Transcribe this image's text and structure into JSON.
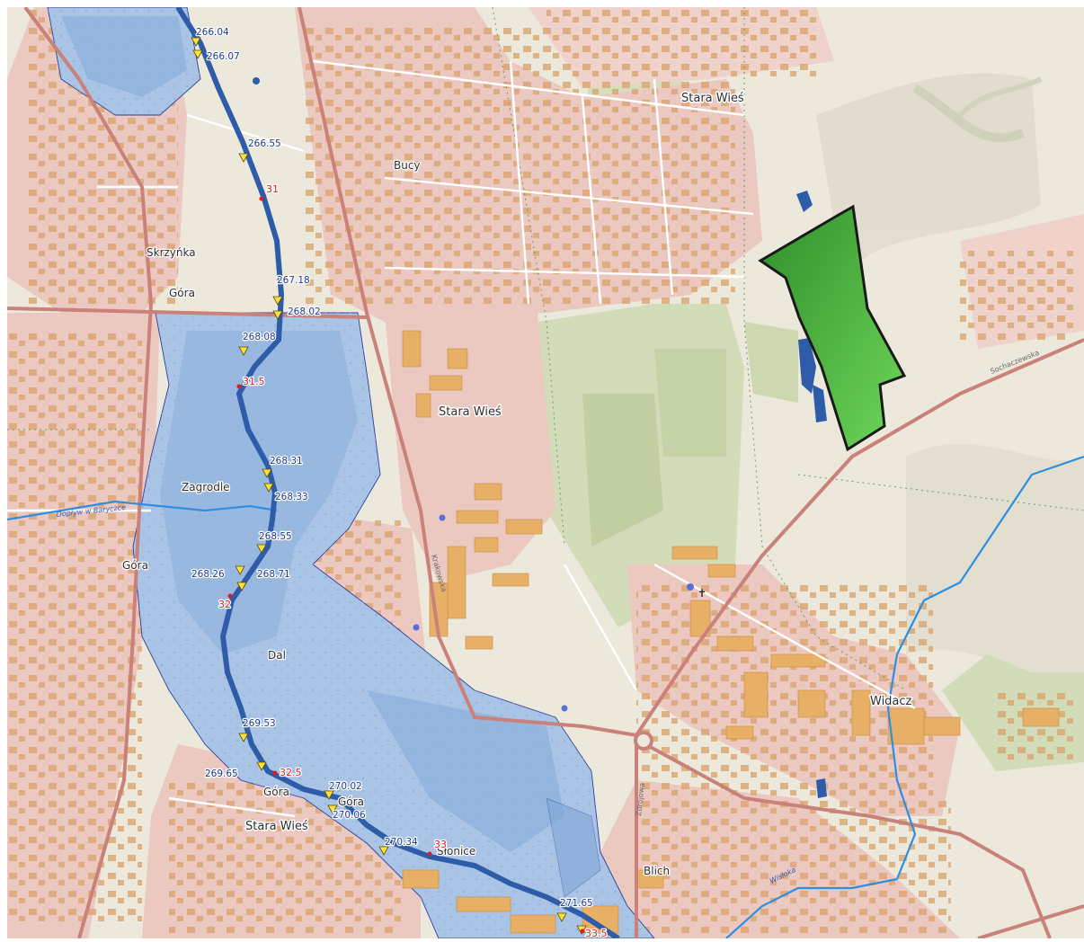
{
  "colors": {
    "terrain": "#ece8dc",
    "forest": "#d3dcb8",
    "forest_dark": "#c2cfa2",
    "settlement": "#ebc8c0",
    "building": "#e8b066",
    "building_small": "#d9a26a",
    "flood": "#a9c4e4",
    "flood_deep": "#7aa3d6",
    "river": "#2f5ca8",
    "stream": "#2e8fe0",
    "road_main": "#c9817a",
    "plot_fill": "#5cc23e",
    "plot_stroke": "#1a1a1a",
    "water_marker": "#ffe040",
    "km_color": "#d62020"
  },
  "places": [
    {
      "id": "stara-wies-north",
      "label": "Stara Wieś"
    },
    {
      "id": "bucy",
      "label": "Bucy"
    },
    {
      "id": "skrzynka",
      "label": "Skrzyńka"
    },
    {
      "id": "gora-north",
      "label": "Góra"
    },
    {
      "id": "stara-wies-center",
      "label": "Stara Wieś"
    },
    {
      "id": "zagrodle",
      "label": "Zagrodle"
    },
    {
      "id": "gora-west",
      "label": "Góra"
    },
    {
      "id": "dal",
      "label": "Dal"
    },
    {
      "id": "widacz",
      "label": "Widacz"
    },
    {
      "id": "gora-south",
      "label": "Góra"
    },
    {
      "id": "gora-river",
      "label": "Góra"
    },
    {
      "id": "stara-wies-south",
      "label": "Stara Wieś"
    },
    {
      "id": "slonice",
      "label": "Słonice"
    },
    {
      "id": "blich",
      "label": "Blich"
    }
  ],
  "water_levels": [
    {
      "id": "wl1",
      "label": "266.04"
    },
    {
      "id": "wl2",
      "label": "266.07"
    },
    {
      "id": "wl3",
      "label": "266.55"
    },
    {
      "id": "wl4",
      "label": "267.18"
    },
    {
      "id": "wl5",
      "label": "268.02"
    },
    {
      "id": "wl6",
      "label": "268.08"
    },
    {
      "id": "wl7",
      "label": "268.31"
    },
    {
      "id": "wl8",
      "label": "268.33"
    },
    {
      "id": "wl9",
      "label": "268.55"
    },
    {
      "id": "wl10",
      "label": "268.26"
    },
    {
      "id": "wl11",
      "label": "268.71"
    },
    {
      "id": "wl12",
      "label": "269.53"
    },
    {
      "id": "wl13",
      "label": "269.65"
    },
    {
      "id": "wl14",
      "label": "270.02"
    },
    {
      "id": "wl15",
      "label": "270.06"
    },
    {
      "id": "wl16",
      "label": "270.34"
    },
    {
      "id": "wl17",
      "label": "271.65"
    }
  ],
  "river_km": [
    {
      "id": "km1",
      "label": "31"
    },
    {
      "id": "km2",
      "label": "31.5"
    },
    {
      "id": "km3",
      "label": "32"
    },
    {
      "id": "km4",
      "label": "32.5"
    },
    {
      "id": "km5",
      "label": "33"
    },
    {
      "id": "km6",
      "label": "33.5"
    }
  ],
  "roads": [
    {
      "id": "road-east",
      "label": "Sochaczewska"
    },
    {
      "id": "road-central",
      "label": "Krakowska"
    },
    {
      "id": "road-south",
      "label": "Zdrojowa"
    }
  ],
  "rivers": [
    {
      "id": "stream-west",
      "label": "Dopływ w Baryczce"
    },
    {
      "id": "stream-east",
      "label": "Wisłoka"
    }
  ]
}
